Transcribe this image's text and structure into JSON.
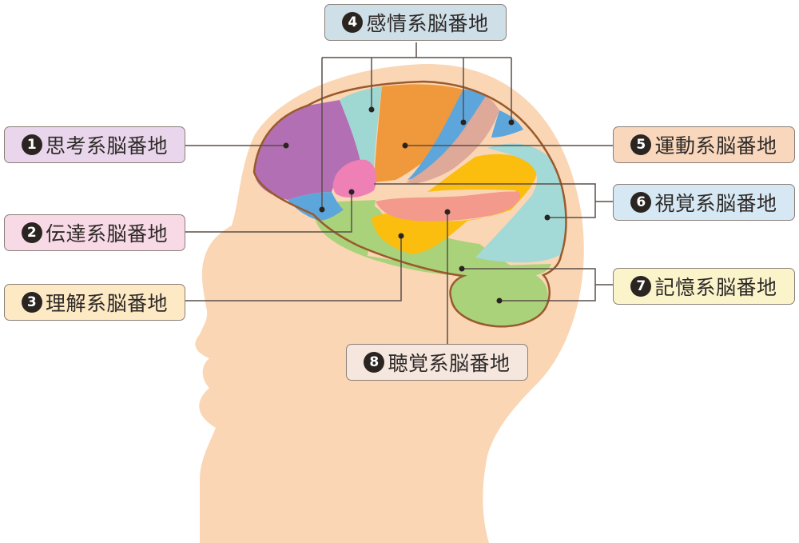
{
  "labels": [
    {
      "id": "thinking",
      "num": "1",
      "text": "思考系脳番地",
      "color": "#e9d6ec"
    },
    {
      "id": "communication",
      "num": "2",
      "text": "伝達系脳番地",
      "color": "#f8d9e6"
    },
    {
      "id": "understanding",
      "num": "3",
      "text": "理解系脳番地",
      "color": "#fde9c4"
    },
    {
      "id": "emotion",
      "num": "4",
      "text": "感情系脳番地",
      "color": "#cfdfe8"
    },
    {
      "id": "motor",
      "num": "5",
      "text": "運動系脳番地",
      "color": "#f9d7bd"
    },
    {
      "id": "visual",
      "num": "6",
      "text": "視覚系脳番地",
      "color": "#d6e8f4"
    },
    {
      "id": "memory",
      "num": "7",
      "text": "記憶系脳番地",
      "color": "#fbf4cb"
    },
    {
      "id": "hearing",
      "num": "8",
      "text": "聴覚系脳番地",
      "color": "#f5e6de"
    }
  ],
  "colors": {
    "head": "#fad6b4",
    "brain_outline": "#9a5a2c",
    "thinking": "#b26fb3",
    "emotion_teal": "#9fd7d3",
    "motor": "#f0983c",
    "emotion_blue": "#5da6dc",
    "sensory": "#dfa99a",
    "visual": "#a3d9d6",
    "yellow": "#fbbd0e",
    "hearing": "#f39a8d",
    "green": "#a9d27a",
    "communication": "#ee80b5",
    "line": "#5a4f48"
  }
}
